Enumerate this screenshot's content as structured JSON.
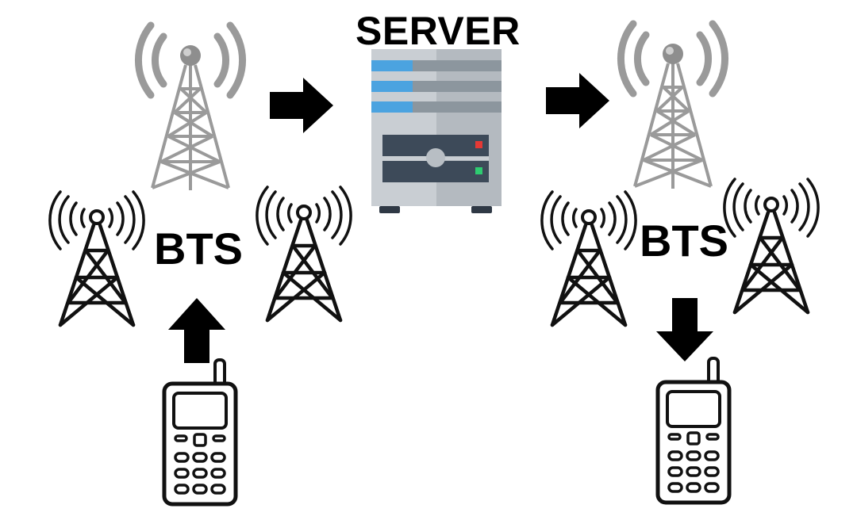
{
  "labels": {
    "server": "SERVER",
    "bts_left": "BTS",
    "bts_right": "BTS"
  },
  "colors": {
    "tower_gray": "#9a9a9a",
    "ink": "#111111",
    "server_body": "#c9ced3",
    "server_shade": "#b4bac0",
    "server_slot": "#8c969e",
    "server_led_blue": "#4ba3e0",
    "server_panel": "#3d4a59",
    "led_red": "#e53935",
    "led_green": "#2ecc71"
  }
}
